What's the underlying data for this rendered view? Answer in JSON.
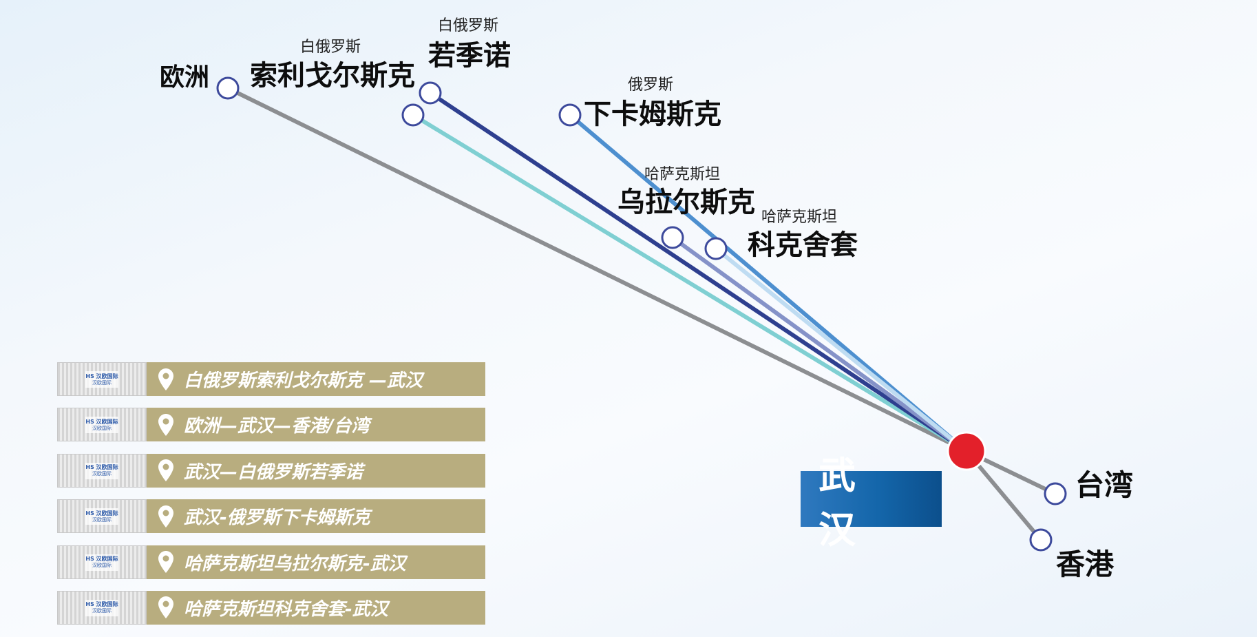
{
  "hub": {
    "label": "武 汉",
    "color": "#e3202a"
  },
  "destinations": [
    {
      "id": "europe",
      "city": "欧洲",
      "country": "",
      "line_color": "#8c8e91"
    },
    {
      "id": "soligorsk",
      "city": "索利戈尔斯克",
      "country": "白俄罗斯",
      "line_color": "#7fcfd2"
    },
    {
      "id": "zhodino",
      "city": "若季诺",
      "country": "白俄罗斯",
      "line_color": "#2e3f8f"
    },
    {
      "id": "nizhnekamsk",
      "city": "下卡姆斯克",
      "country": "俄罗斯",
      "line_color": "#4d8fcf"
    },
    {
      "id": "uralsk",
      "city": "乌拉尔斯克",
      "country": "哈萨克斯坦",
      "line_color": "#8592c8"
    },
    {
      "id": "kokshetau",
      "city": "科克舍套",
      "country": "哈萨克斯坦",
      "line_color": "#bfdcf2"
    },
    {
      "id": "taiwan",
      "city": "台湾",
      "country": "",
      "line_color": "#8c8e91"
    },
    {
      "id": "hongkong",
      "city": "香港",
      "country": "",
      "line_color": "#8c8e91"
    }
  ],
  "legend": {
    "logo_mark": "HS 汉欧国际",
    "logo_sub": "汉欧国际",
    "routes": [
      "白俄罗斯索利戈尔斯克 —武汉",
      "欧洲—武汉—香港/台湾",
      "武汉—白俄罗斯若季诺",
      "武汉-俄罗斯下卡姆斯克",
      "哈萨克斯坦乌拉尔斯克-武汉",
      "哈萨克斯坦科克舍套-武汉"
    ]
  },
  "icons": {
    "route_marker": "location-pin-icon"
  }
}
